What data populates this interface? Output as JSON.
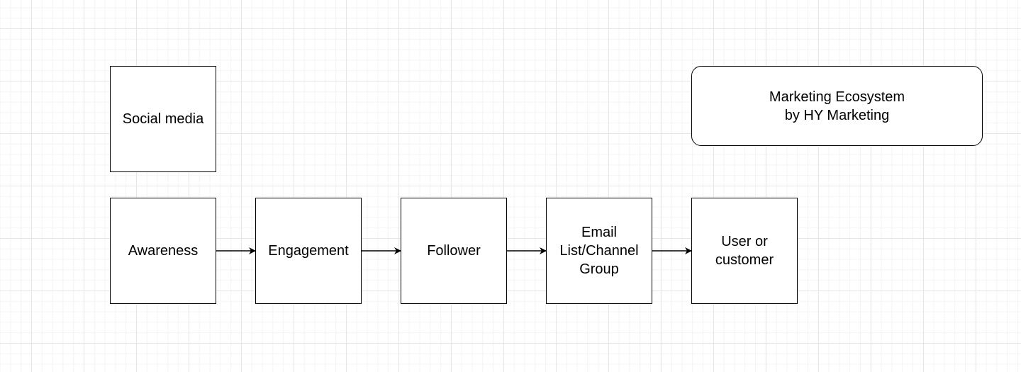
{
  "diagram": {
    "title_box": {
      "label": "Marketing Ecosystem\nby HY Marketing"
    },
    "channel_box": {
      "label": "Social media"
    },
    "funnel_steps": [
      {
        "label": "Awareness"
      },
      {
        "label": "Engagement"
      },
      {
        "label": "Follower"
      },
      {
        "label": "Email\nList/Channel\nGroup"
      },
      {
        "label": "User or\ncustomer"
      }
    ],
    "connections": [
      {
        "from": "Awareness",
        "to": "Engagement"
      },
      {
        "from": "Engagement",
        "to": "Follower"
      },
      {
        "from": "Follower",
        "to": "Email List/Channel Group"
      },
      {
        "from": "Email List/Channel Group",
        "to": "User or customer"
      }
    ],
    "colors": {
      "stroke": "#000000",
      "fill": "#ffffff",
      "grid": "#e6e6e6"
    }
  }
}
